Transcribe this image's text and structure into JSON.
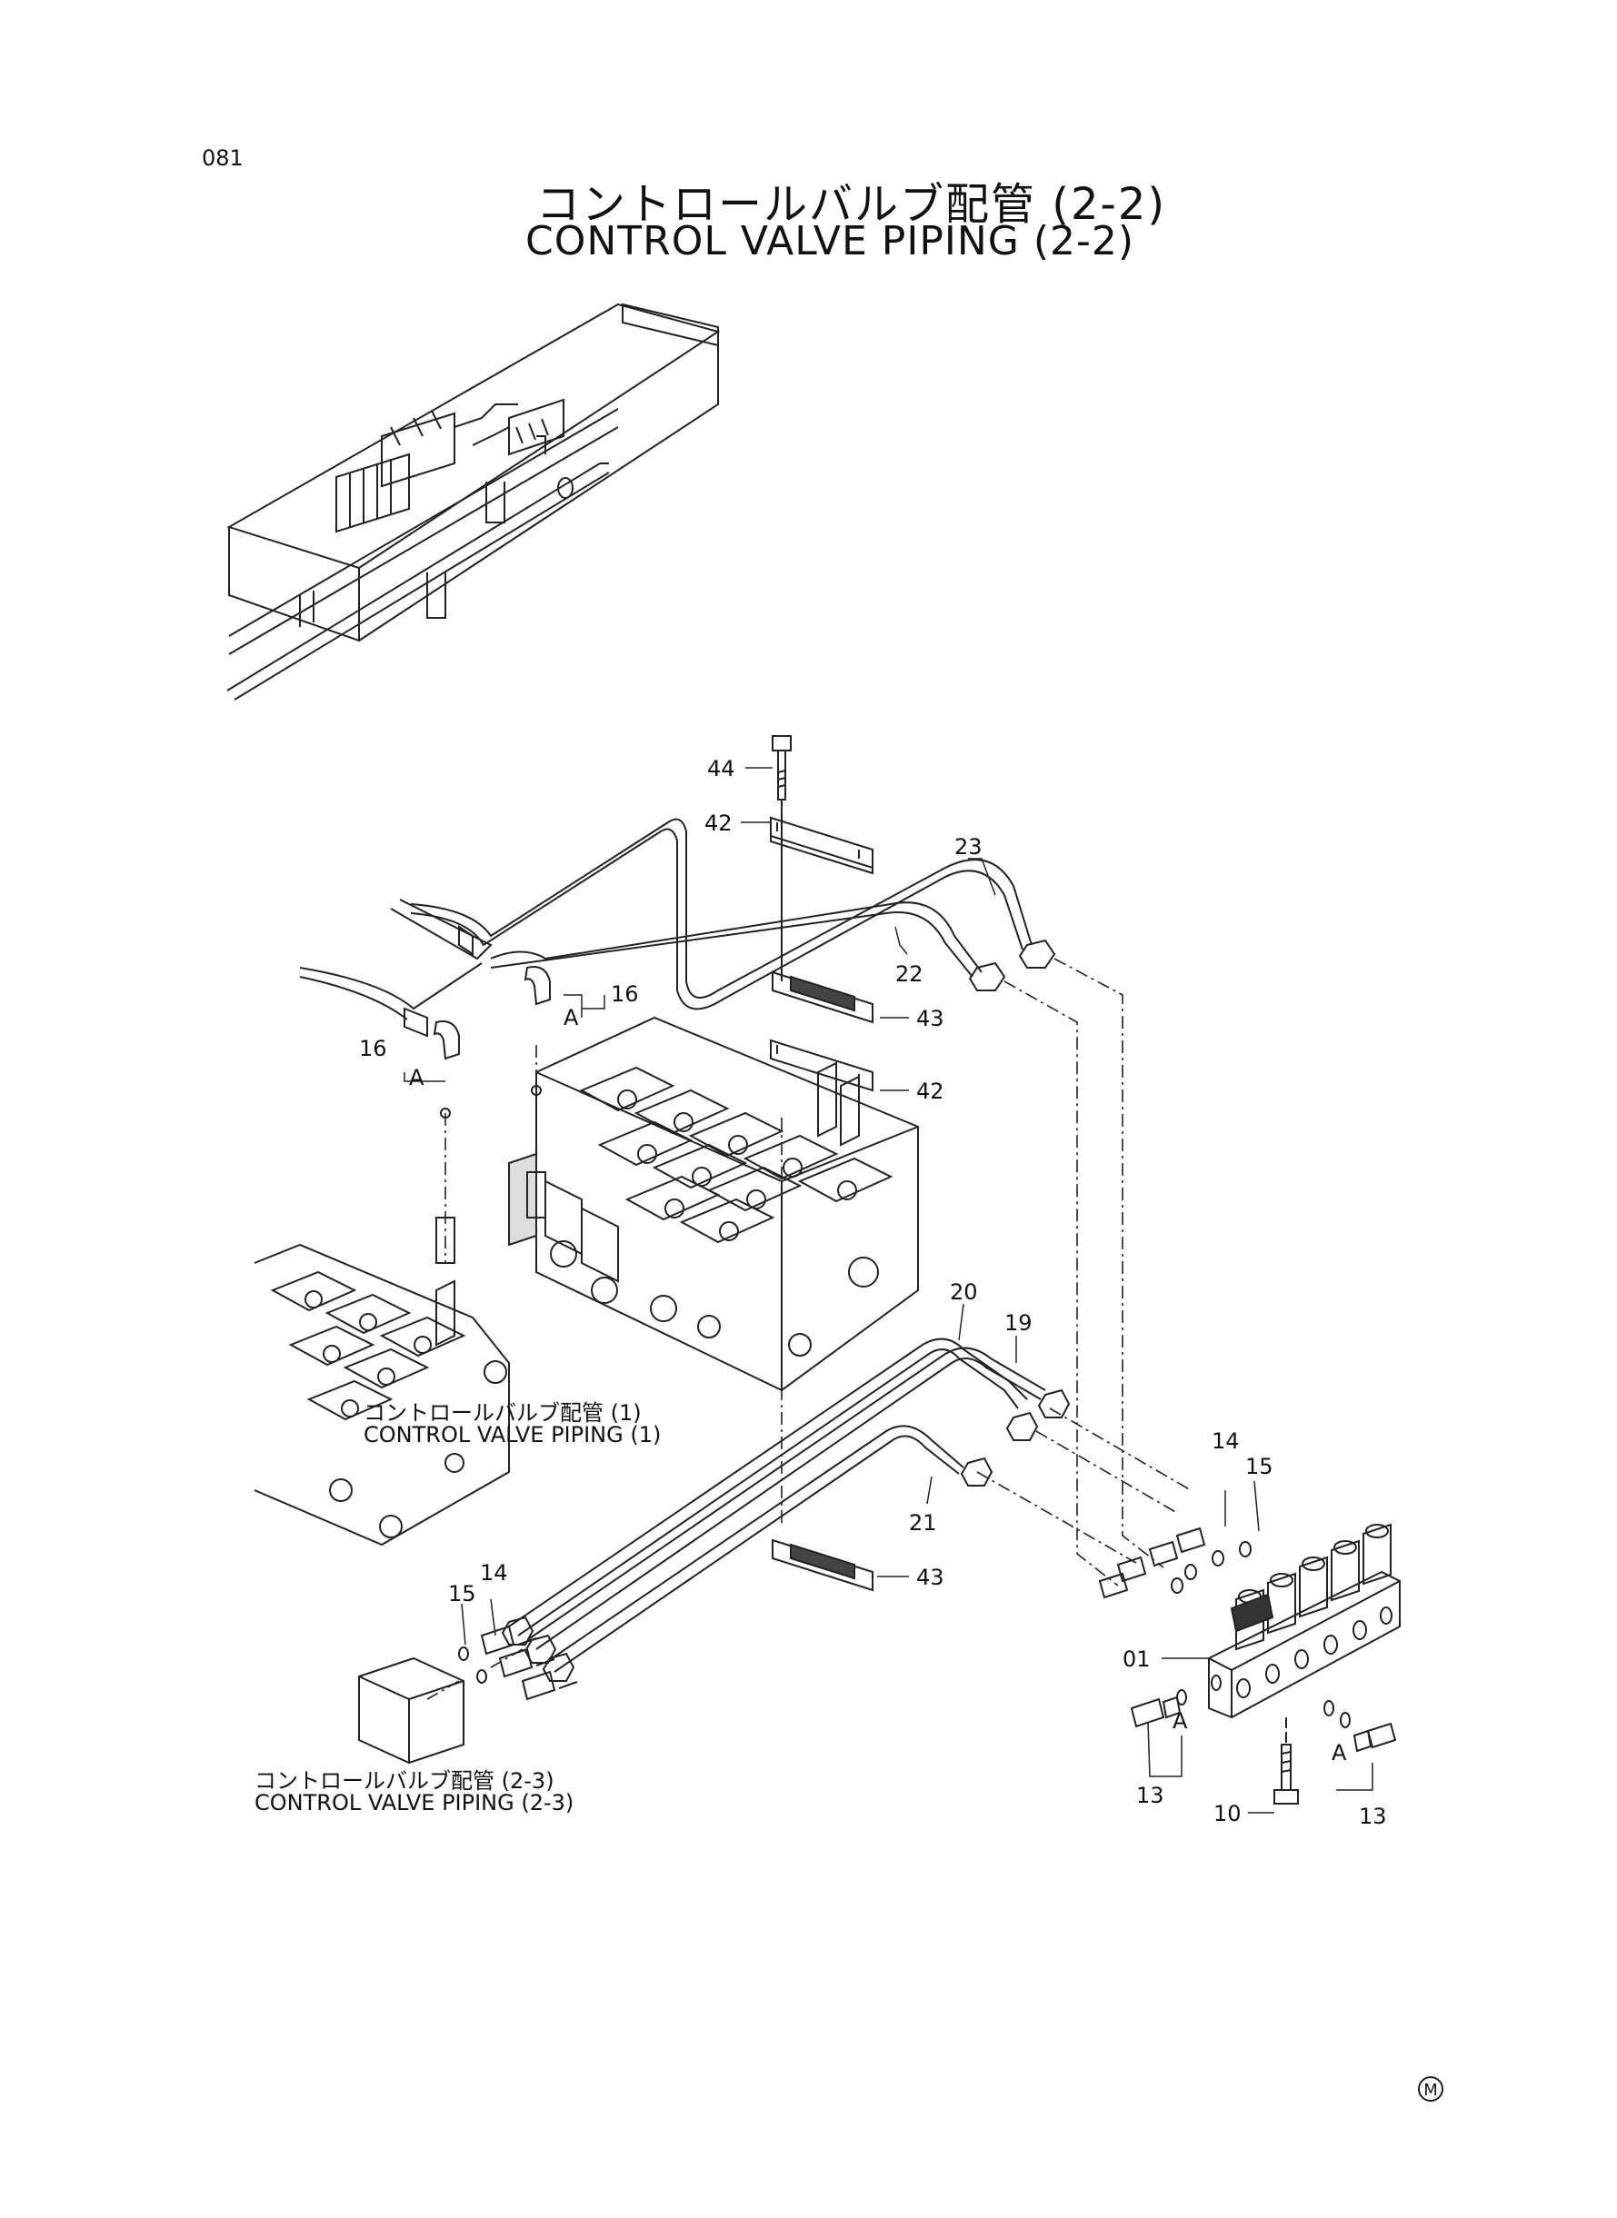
{
  "header": {
    "page_number": "081",
    "title_jp": "コントロールバルブ配管 (2-2)",
    "title_en": "CONTROL VALVE PIPING (2-2)"
  },
  "cross_refs": {
    "piping_1_jp": "コントロールバルブ配管 (1)",
    "piping_1_en": "CONTROL VALVE PIPING (1)",
    "piping_2_3_jp": "コントロールバルブ配管 (2-3)",
    "piping_2_3_en": "CONTROL VALVE PIPING (2-3)"
  },
  "part_labels": {
    "p44": "44",
    "p42a": "42",
    "p23": "23",
    "p22": "22",
    "p43a": "43",
    "p42b": "42",
    "p16a": "16",
    "p16b": "16",
    "detail_a1": "A",
    "detail_a2": "A",
    "detail_a3": "A",
    "detail_a4": "A",
    "p20": "20",
    "p19": "19",
    "p14a": "14",
    "p15a": "15",
    "p21": "21",
    "p43b": "43",
    "p15b": "15",
    "p14b": "14",
    "p01": "01",
    "p13a": "13",
    "p10": "10",
    "p13b": "13"
  },
  "footer": {
    "mark": "M"
  }
}
